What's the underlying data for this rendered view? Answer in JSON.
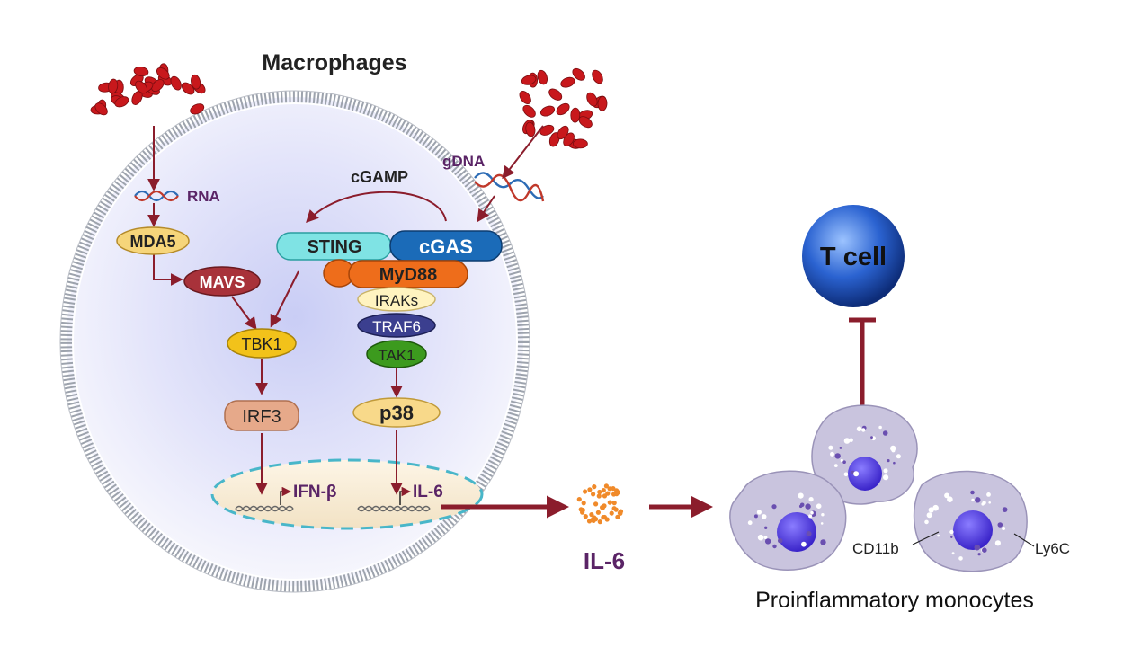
{
  "title": "Macrophages",
  "labels": {
    "rna": "RNA",
    "gdna": "gDNA",
    "cgamp": "cGAMP",
    "ifnb": "IFN-β",
    "il6_gene": "IL-6",
    "il6_secreted": "IL-6",
    "t_cell": "T cell",
    "cd11b": "CD11b",
    "ly6c": "Ly6C",
    "monocytes": "Proinflammatory monocytes"
  },
  "nodes": {
    "mda5": "MDA5",
    "mavs": "MAVS",
    "tbk1": "TBK1",
    "irf3": "IRF3",
    "sting": "STING",
    "cgas": "cGAS",
    "myd88": "MyD88",
    "iraks": "IRAKs",
    "traf6": "TRAF6",
    "tak1": "TAK1",
    "p38": "p38"
  },
  "colors": {
    "arrow": "#8b1d2c",
    "bacteria": "#c8181c",
    "mda5": "#f6d57a",
    "mavs": "#a8323a",
    "tbk1": "#f2c21a",
    "irf3": "#e6a98a",
    "sting": "#7fe3e4",
    "cgas": "#1b6bb8",
    "myd88": "#ee6d1b",
    "iraks": "#fff3c0",
    "traf6": "#3b3f8f",
    "tak1": "#3c9a1e",
    "p38": "#f8d98a",
    "t_cell": "#1f55c4",
    "monocyte": "#c9c4de",
    "nucleus_border": "#48b6c9",
    "il6_dots": "#f08a2a",
    "title_text": "#222222",
    "label_purple": "#5a2466"
  }
}
